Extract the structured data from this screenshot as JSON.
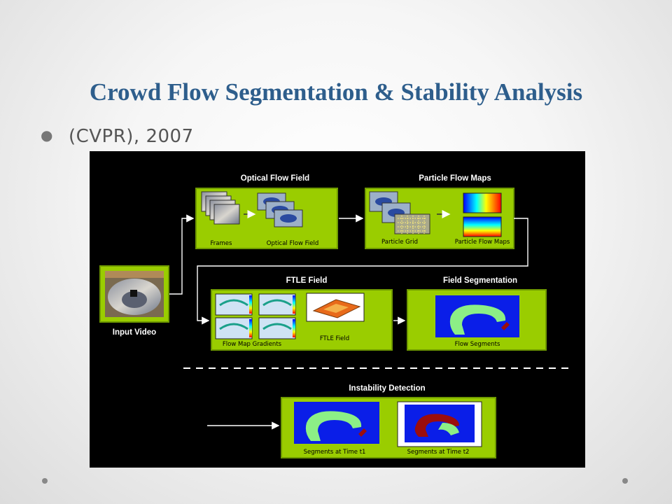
{
  "slide": {
    "title": "Crowd Flow Segmentation & Stability Analysis",
    "bullet": "(CVPR), 2007"
  },
  "diagram": {
    "stages": {
      "input_video": "Input Video",
      "optical_flow_field": "Optical Flow Field",
      "particle_flow_maps": "Particle Flow Maps",
      "ftle_field": "FTLE Field",
      "field_segmentation": "Field Segmentation",
      "instability_detection": "Instability Detection"
    },
    "captions": {
      "frames": "Frames",
      "optical_flow_field": "Optical Flow Field",
      "particle_grid": "Particle Grid",
      "particle_flow_maps": "Particle Flow Maps",
      "flow_map_gradients": "Flow Map Gradients",
      "ftle_field": "FTLE Field",
      "flow_segments": "Flow Segments",
      "segments_t1": "Segments at Time t1",
      "segments_t2": "Segments at Time t2"
    },
    "colors": {
      "panel_green": "#9acd00",
      "panel_border": "#6f9a00",
      "background": "#000000",
      "title_blue": "#2e5e8c",
      "segment_blue": "#0a1ee8",
      "segment_green": "#8cef86",
      "segment_red": "#9b0d0d"
    }
  }
}
